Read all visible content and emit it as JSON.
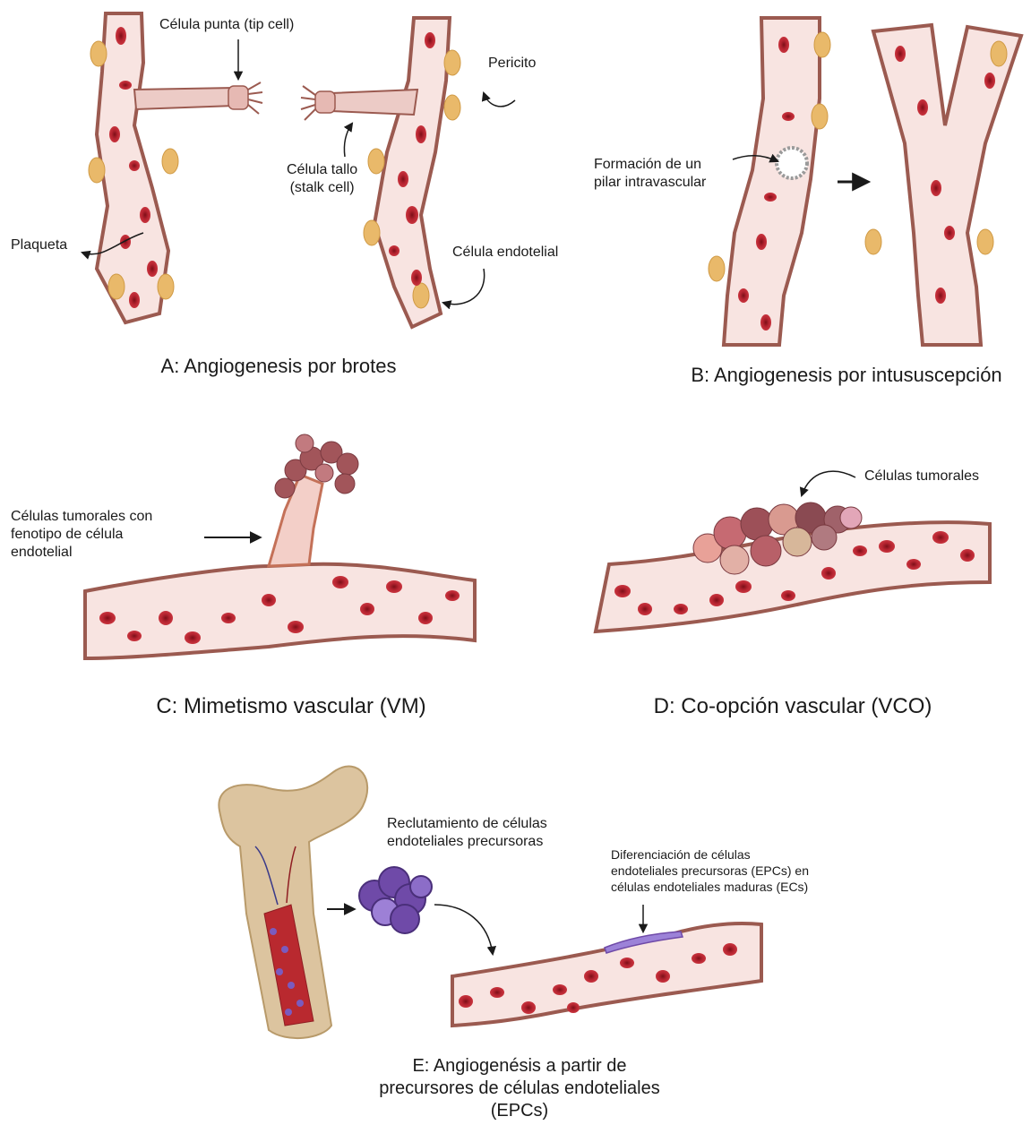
{
  "panels": {
    "A": {
      "caption": "A: Angiogenesis por brotes",
      "labels": {
        "tip_cell": "Célula punta (tip cell)",
        "pericyte": "Pericito",
        "stalk_cell": "Célula tallo\n(stalk cell)",
        "platelet": "Plaqueta",
        "endothelial_cell": "Célula endotelial"
      }
    },
    "B": {
      "caption": "B: Angiogenesis por intususcepción",
      "labels": {
        "pillar": "Formación de un\npilar intravascular"
      }
    },
    "C": {
      "caption": "C: Mimetismo vascular (VM)",
      "labels": {
        "tumor_endothelial": "Células tumorales con\nfenotipo de célula\nendotelial"
      }
    },
    "D": {
      "caption": "D: Co-opción vascular (VCO)",
      "labels": {
        "tumor_cells": "Células tumorales"
      }
    },
    "E": {
      "caption": "E: Angiogenésis a partir de\nprecursores de células endoteliales\n(EPCs)",
      "labels": {
        "recruitment": "Reclutamiento de células\nendoteliales precursoras",
        "differentiation": "Diferenciación de células\nendoteliales precursoras (EPCs) en\ncélulas endoteliales maduras (ECs)"
      }
    }
  },
  "colors": {
    "vessel_fill": "#f8e4e1",
    "vessel_wall": "#9b5a50",
    "red_cell": "#b3212c",
    "pericyte": "#e9b96a",
    "tumor": "#a2555a",
    "epc": "#6f4aa8",
    "bone": "#dcc49f"
  }
}
